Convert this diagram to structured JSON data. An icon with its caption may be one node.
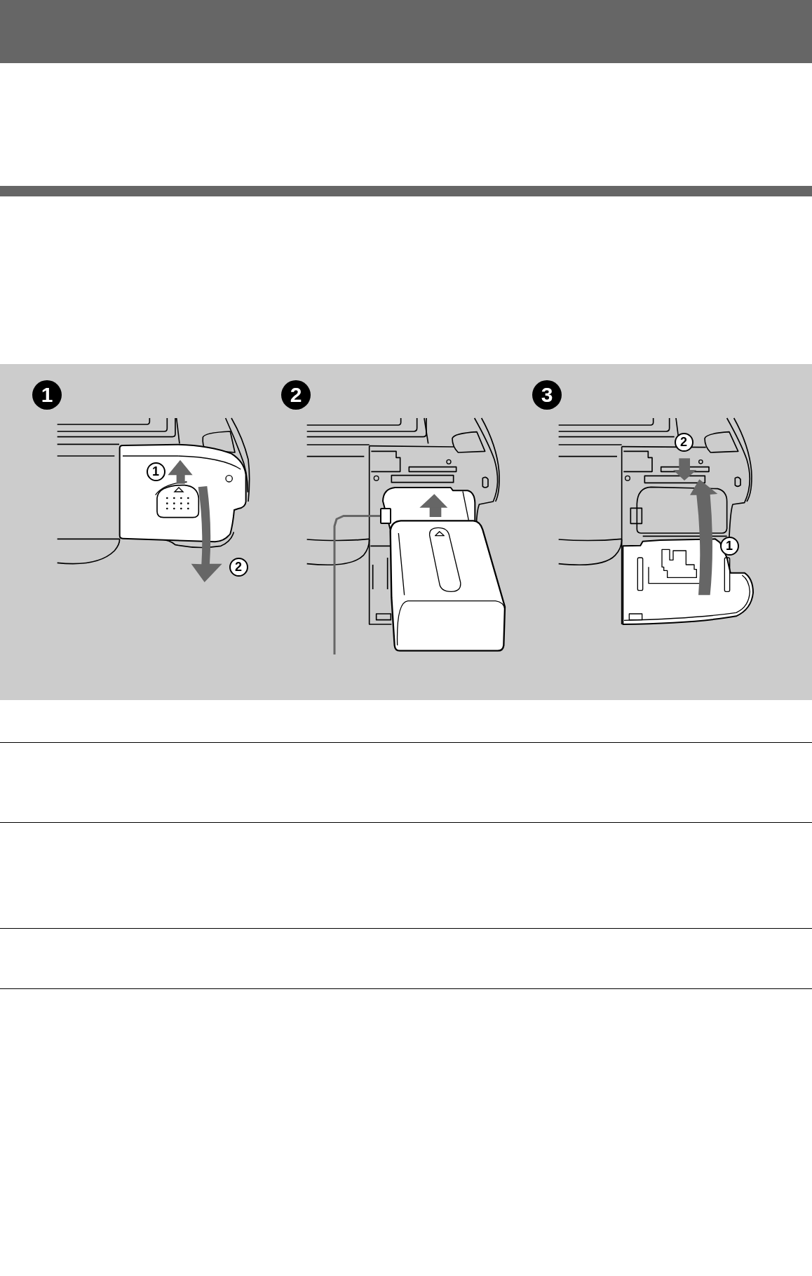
{
  "diagram": {
    "nodes": [
      {
        "text": [],
        "shape": "bar"
      },
      {
        "text": [],
        "shape": "box"
      }
    ],
    "edges": [
      {
        "from": null,
        "to": 1,
        "arrow": "none"
      }
    ],
    "labels": [
      "1",
      "1",
      "2",
      "2",
      "3",
      "2",
      "1"
    ]
  }
}
